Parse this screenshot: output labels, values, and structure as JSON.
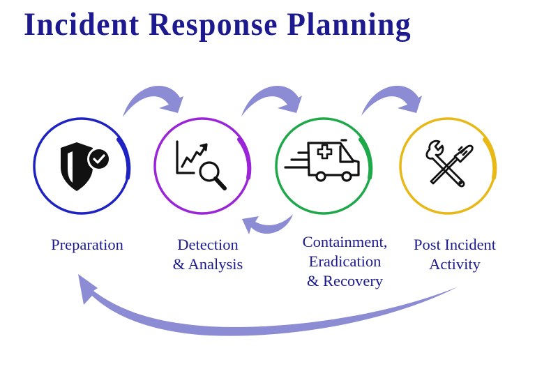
{
  "title": "Incident Response Planning",
  "colors": {
    "title": "#1c1a8e",
    "arrow": "#8b8cd3",
    "icon": "#111111"
  },
  "steps": [
    {
      "id": "preparation",
      "lines": [
        "Preparation"
      ],
      "ring_color": "#1f22c2",
      "icon": "shield-check-icon"
    },
    {
      "id": "detection-analysis",
      "lines": [
        "Detection",
        "& Analysis"
      ],
      "ring_color": "#9a25d8",
      "icon": "chart-magnifier-icon"
    },
    {
      "id": "containment",
      "lines": [
        "Containment,",
        "Eradication",
        "& Recovery"
      ],
      "ring_color": "#1fa84a",
      "icon": "ambulance-icon"
    },
    {
      "id": "post-incident",
      "lines": [
        "Post Incident",
        "Activity"
      ],
      "ring_color": "#e8b816",
      "icon": "wrench-screwdriver-icon"
    }
  ],
  "arrows": [
    {
      "id": "prep-to-detect",
      "from": "Preparation",
      "to": "Detection & Analysis"
    },
    {
      "id": "detect-to-contain",
      "from": "Detection & Analysis",
      "to": "Containment, Eradication & Recovery"
    },
    {
      "id": "contain-to-post",
      "from": "Containment, Eradication & Recovery",
      "to": "Post Incident Activity"
    },
    {
      "id": "contain-to-detect",
      "from": "Containment, Eradication & Recovery",
      "to": "Detection & Analysis"
    },
    {
      "id": "post-to-prep",
      "from": "Post Incident Activity",
      "to": "Preparation"
    }
  ]
}
